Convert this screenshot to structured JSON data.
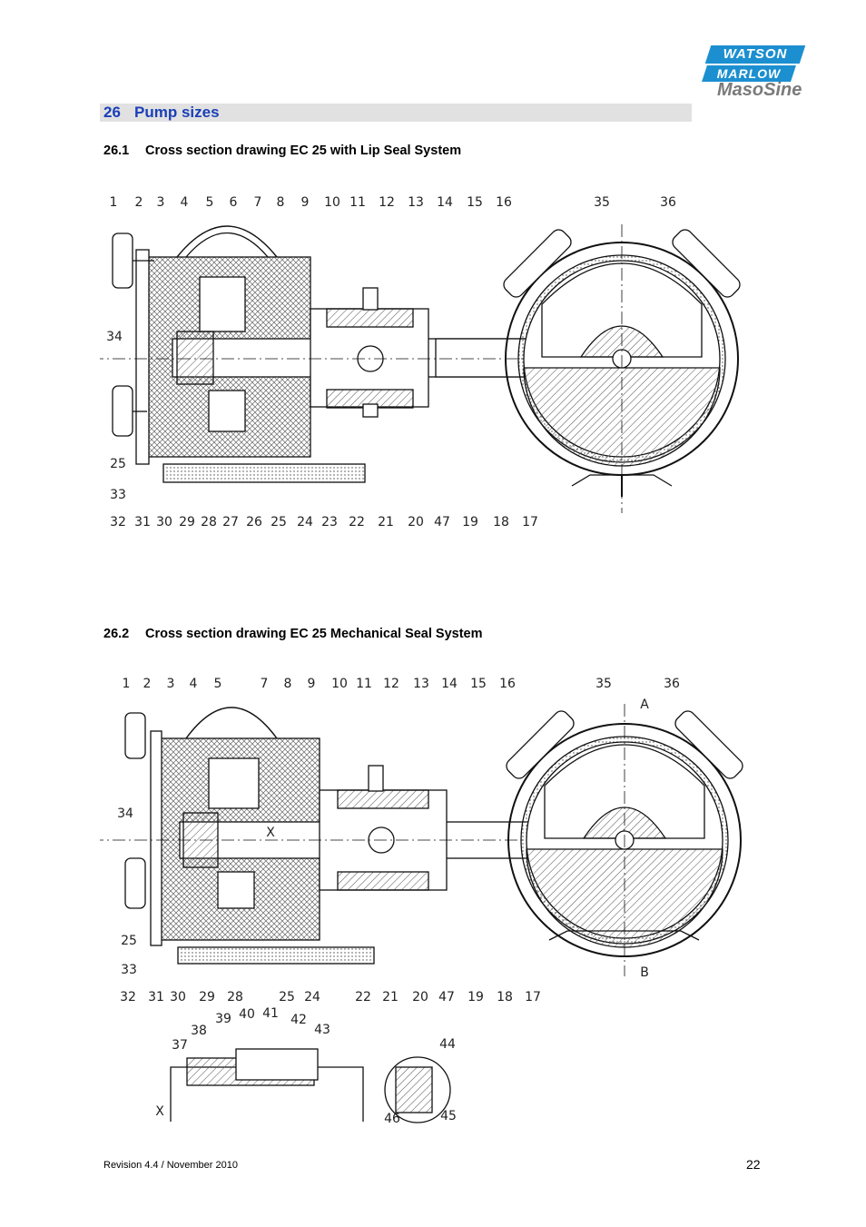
{
  "brand": {
    "line1": "WATSON",
    "line2": "MARLOW",
    "line3": "MasoSine"
  },
  "section": {
    "number": "26",
    "title": "Pump sizes"
  },
  "subsections": [
    {
      "number": "26.1",
      "title": "Cross section drawing EC 25 with Lip Seal System",
      "labels_top": [
        "1",
        "2",
        "3",
        "4",
        "5",
        "6",
        "7",
        "8",
        "9",
        "10",
        "11",
        "12",
        "13",
        "14",
        "15",
        "16",
        "35",
        "36"
      ],
      "labels_bottom": [
        "32",
        "31",
        "30",
        "29",
        "28",
        "27",
        "26",
        "25",
        "24",
        "23",
        "22",
        "21",
        "20",
        "47",
        "19",
        "18",
        "17"
      ],
      "labels_left": [
        "34",
        "25",
        "33"
      ]
    },
    {
      "number": "26.2",
      "title": "Cross section drawing EC 25 Mechanical Seal System",
      "labels_top": [
        "1",
        "2",
        "3",
        "4",
        "5",
        "7",
        "8",
        "9",
        "10",
        "11",
        "12",
        "13",
        "14",
        "15",
        "16",
        "35",
        "36"
      ],
      "labels_bottom": [
        "32",
        "31",
        "30",
        "29",
        "28",
        "25",
        "24",
        "22",
        "21",
        "20",
        "47",
        "19",
        "18",
        "17"
      ],
      "labels_left": [
        "34",
        "25",
        "33"
      ],
      "section_marks": [
        "A",
        "B",
        "X"
      ],
      "detail_labels": [
        "37",
        "38",
        "39",
        "40",
        "41",
        "42",
        "43",
        "44",
        "45",
        "46",
        "X"
      ]
    }
  ],
  "footer": {
    "revision": "Revision 4.4 / November 2010",
    "page": "22"
  }
}
